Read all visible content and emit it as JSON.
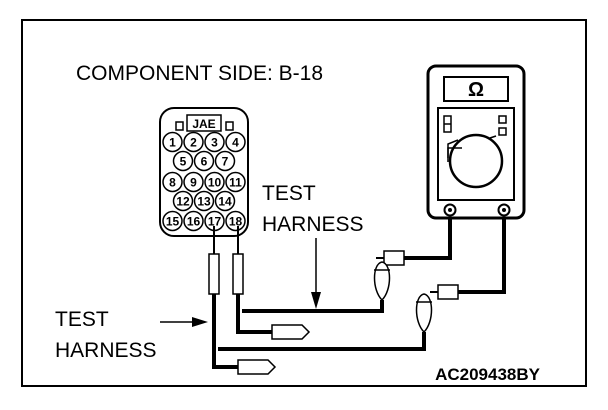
{
  "title": "COMPONENT SIDE: B-18",
  "connector": {
    "maker": "JAE",
    "pin_rows": [
      [
        "1",
        "2",
        "3",
        "4"
      ],
      [
        "5",
        "6",
        "7"
      ],
      [
        "8",
        "9",
        "10",
        "11"
      ],
      [
        "12",
        "13",
        "14"
      ],
      [
        "15",
        "16",
        "17",
        "18"
      ]
    ]
  },
  "meter": {
    "symbol": "Ω"
  },
  "label_right": {
    "line1": "TEST",
    "line2": "HARNESS"
  },
  "label_left": {
    "line1": "TEST",
    "line2": "HARNESS"
  },
  "figure_code": "AC209438BY",
  "colors": {
    "line": "#000000",
    "background": "#ffffff"
  }
}
